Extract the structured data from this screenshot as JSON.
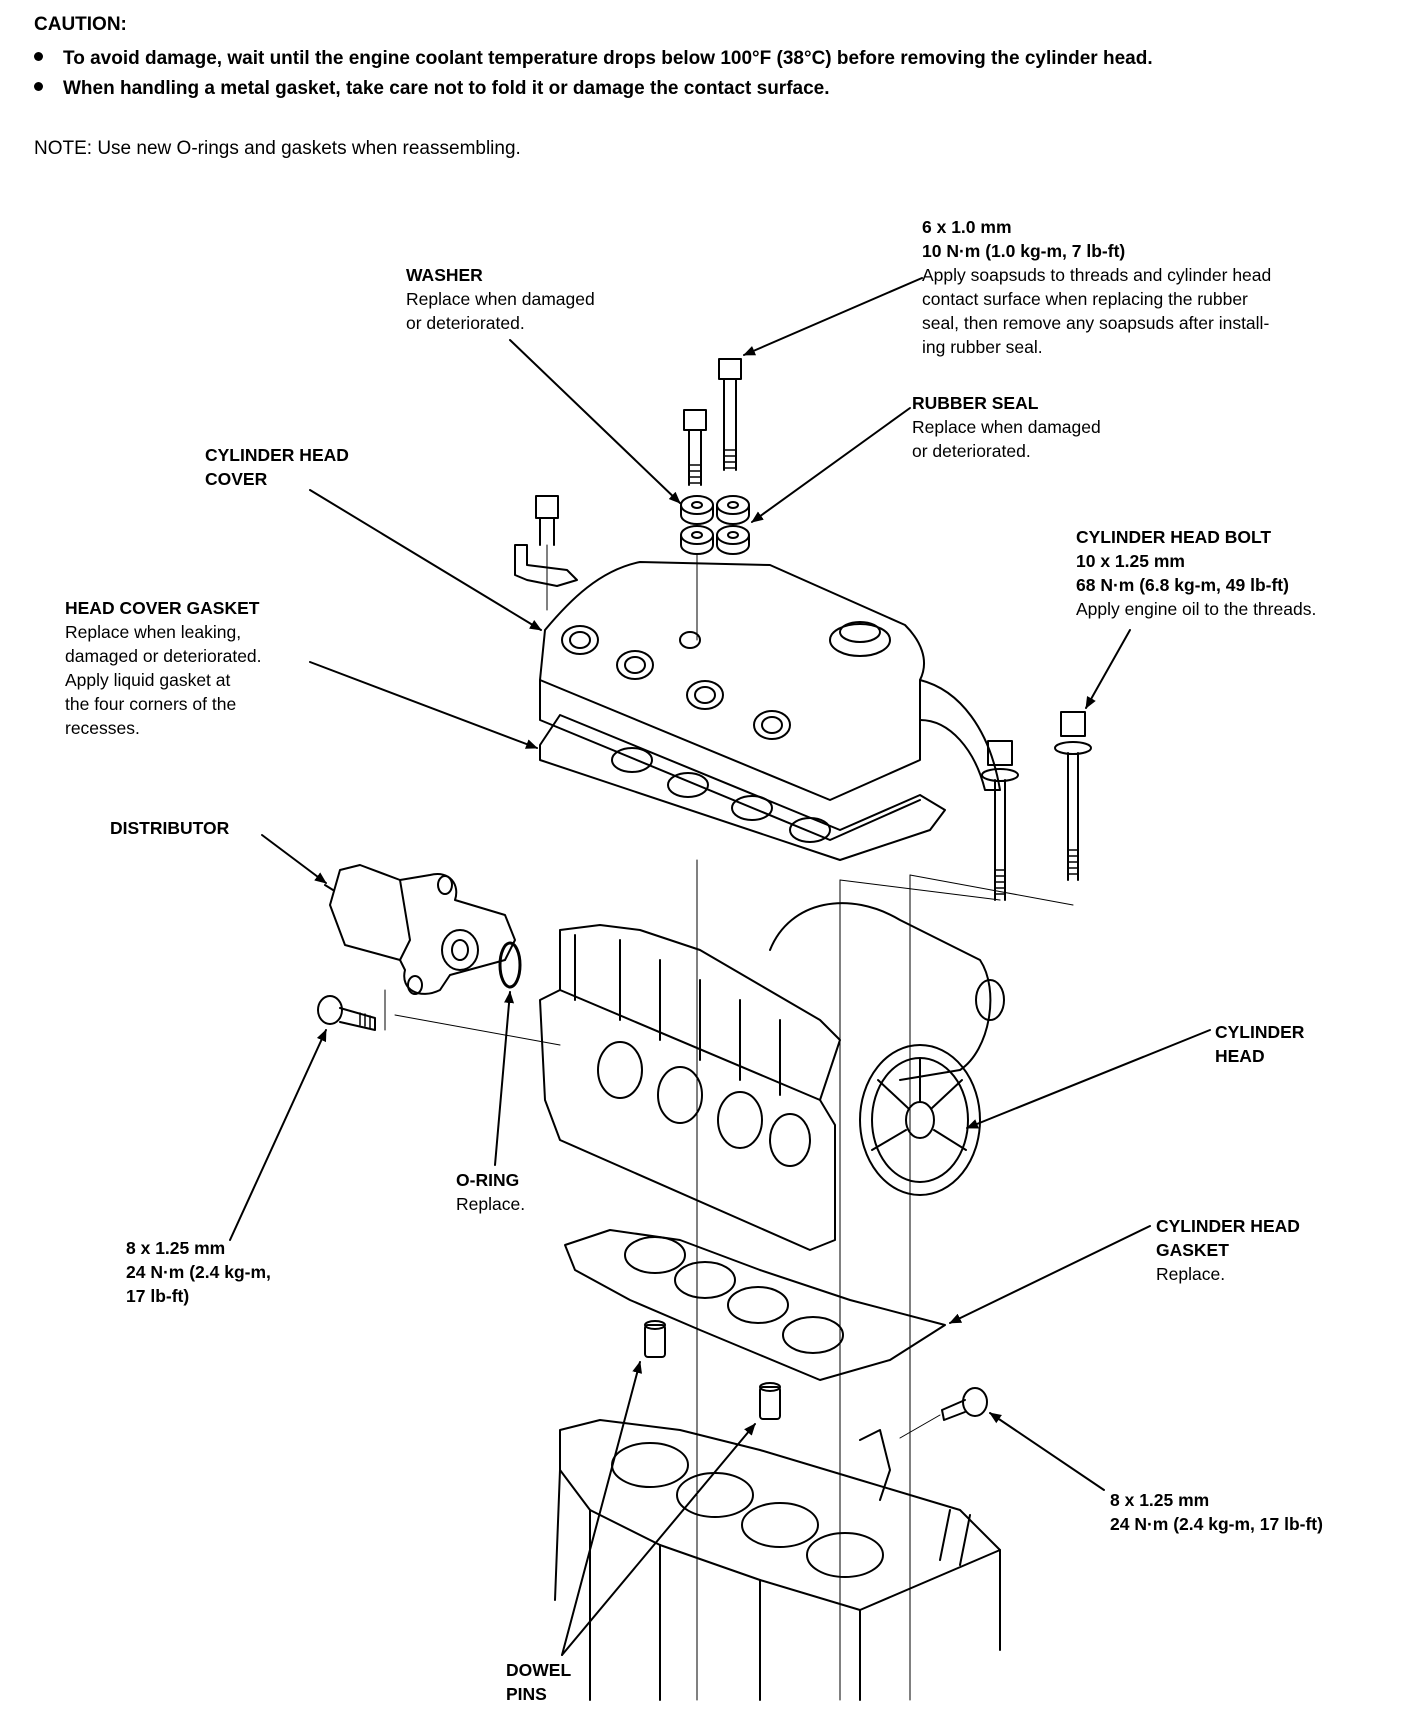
{
  "caution": {
    "title": "CAUTION:",
    "items": [
      "To avoid damage, wait until the engine coolant temperature drops below 100°F (38°C) before removing the cylinder head.",
      "When handling a metal gasket, take care not to fold it or damage the contact surface."
    ]
  },
  "note": "NOTE:  Use new O-rings and gaskets when reassembling.",
  "callouts": {
    "cover_bolt": {
      "spec": "6 x 1.0 mm",
      "torque": "10 N·m (1.0 kg-m, 7 lb-ft)",
      "lines": [
        "Apply soapsuds to threads and cylinder head",
        "contact surface when replacing the rubber",
        "seal, then remove any soapsuds after install-",
        "ing rubber seal."
      ]
    },
    "washer": {
      "title": "WASHER",
      "lines": [
        "Replace when damaged",
        "or deteriorated."
      ]
    },
    "rubber_seal": {
      "title": "RUBBER SEAL",
      "lines": [
        "Replace when damaged",
        "or deteriorated."
      ]
    },
    "cylinder_head_cover": {
      "title_lines": [
        "CYLINDER HEAD",
        "COVER"
      ]
    },
    "cylinder_head_bolt": {
      "title": "CYLINDER HEAD BOLT",
      "spec": "10 x 1.25 mm",
      "torque": "68 N·m (6.8 kg-m, 49 lb-ft)",
      "lines": [
        "Apply engine oil to the threads."
      ]
    },
    "head_cover_gasket": {
      "title": "HEAD COVER GASKET",
      "lines": [
        "Replace when leaking,",
        "damaged or deteriorated.",
        "Apply liquid gasket at",
        "the four corners of the",
        "recesses."
      ]
    },
    "distributor": {
      "title": "DISTRIBUTOR"
    },
    "cylinder_head": {
      "title_lines": [
        "CYLINDER",
        "HEAD"
      ]
    },
    "o_ring": {
      "title": "O-RING",
      "lines": [
        "Replace."
      ]
    },
    "distributor_bolt": {
      "spec": "8 x 1.25 mm",
      "torque_lines": [
        "24 N·m (2.4 kg-m,",
        "17 lb-ft)"
      ]
    },
    "cylinder_head_gasket": {
      "title_lines": [
        "CYLINDER HEAD",
        "GASKET"
      ],
      "lines": [
        "Replace."
      ]
    },
    "bracket_bolt": {
      "spec": "8 x 1.25 mm",
      "torque": "24 N·m (2.4 kg-m, 17 lb-ft)"
    },
    "dowel_pins": {
      "title_lines": [
        "DOWEL",
        "PINS"
      ]
    }
  },
  "colors": {
    "ink": "#000000",
    "paper": "#ffffff"
  }
}
